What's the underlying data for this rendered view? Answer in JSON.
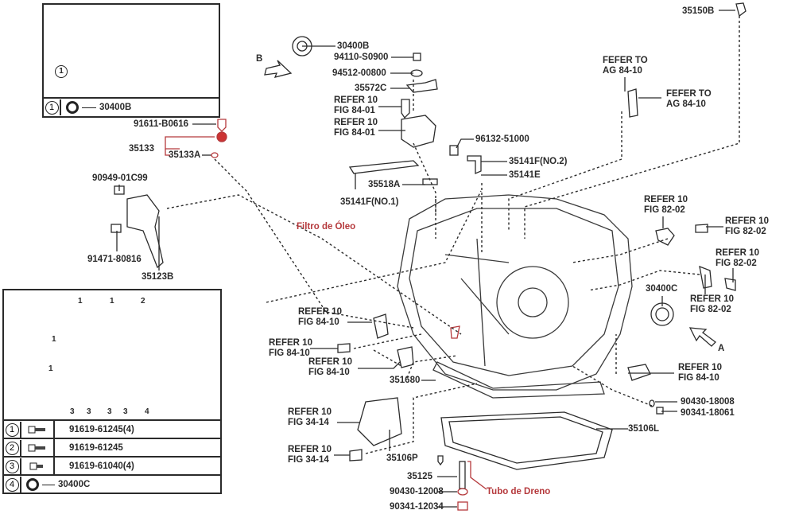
{
  "title": "Transmission parts exploded view",
  "colors": {
    "line": "#2b2b2b",
    "highlight": "#b5393c"
  },
  "inset_top": {
    "callout": "1",
    "legend": {
      "num": "1",
      "icon": "o-ring-icon",
      "part": "30400B"
    }
  },
  "inset_bottom": {
    "callouts": [
      "1",
      "1",
      "1",
      "1",
      "2",
      "3",
      "3",
      "3",
      "3",
      "4"
    ],
    "legend": [
      {
        "num": "1",
        "icon": "bolt-icon",
        "part": "91619-61245(4)"
      },
      {
        "num": "2",
        "icon": "bolt-icon",
        "part": "91619-61245"
      },
      {
        "num": "3",
        "icon": "bolt-icon",
        "part": "91619-61040(4)"
      },
      {
        "num": "4",
        "icon": "o-ring-icon",
        "part": "30400C"
      }
    ]
  },
  "arrows": {
    "a": "A",
    "b": "B"
  },
  "labels": {
    "p91611": "91611-B0616",
    "p35133": "35133",
    "p35133a": "35133A",
    "p90949": "90949-01C99",
    "p91471": "91471-80816",
    "p35123b": "35123B",
    "p30400b": "30400B",
    "p94110": "94110-S0900",
    "p94512": "94512-00800",
    "p35572c": "35572C",
    "ref8401a_1": "REFER 10",
    "ref8401a_2": "FIG 84-01",
    "ref8401b_1": "REFER 10",
    "ref8401b_2": "FIG 84-01",
    "p96132": "96132-51000",
    "p35141f2": "35141F(NO.2)",
    "p35141e": "35141E",
    "p35518a": "35518A",
    "p35141f1": "35141F(NO.1)",
    "p35150b": "35150B",
    "fefer1_1": "FEFER TO",
    "fefer1_2": "AG 84-10",
    "fefer2_1": "FEFER TO",
    "fefer2_2": "AG 84-10",
    "ref8202a_1": "REFER 10",
    "ref8202a_2": "FIG 82-02",
    "ref8202b_1": "REFER 10",
    "ref8202b_2": "FIG 82-02",
    "ref8202c_1": "REFER 10",
    "ref8202c_2": "FIG 82-02",
    "ref8202d_1": "REFER 10",
    "ref8202d_2": "FIG 82-02",
    "p30400c": "30400C",
    "ref8410a_1": "REFER 10",
    "ref8410a_2": "FIG 84-10",
    "ref8410b_1": "REFER 10",
    "ref8410b_2": "FIG 84-10",
    "ref8410c_1": "REFER 10",
    "ref8410c_2": "FIG 84-10",
    "ref8410d_1": "REFER 10",
    "ref8410d_2": "FIG 84-10",
    "p351680": "351680",
    "p90430_18": "90430-18008",
    "p90341_18": "90341-18061",
    "p35106l": "35106L",
    "ref3414a_1": "REFER 10",
    "ref3414a_2": "FIG 34-14",
    "ref3414b_1": "REFER 10",
    "ref3414b_2": "FIG 34-14",
    "p35106p": "35106P",
    "p35125": "35125",
    "p90430_12": "90430-12008",
    "p90341_12": "90341-12034",
    "filtro": "Filtro de Óleo",
    "tubo": "Tubo de Dreno"
  }
}
